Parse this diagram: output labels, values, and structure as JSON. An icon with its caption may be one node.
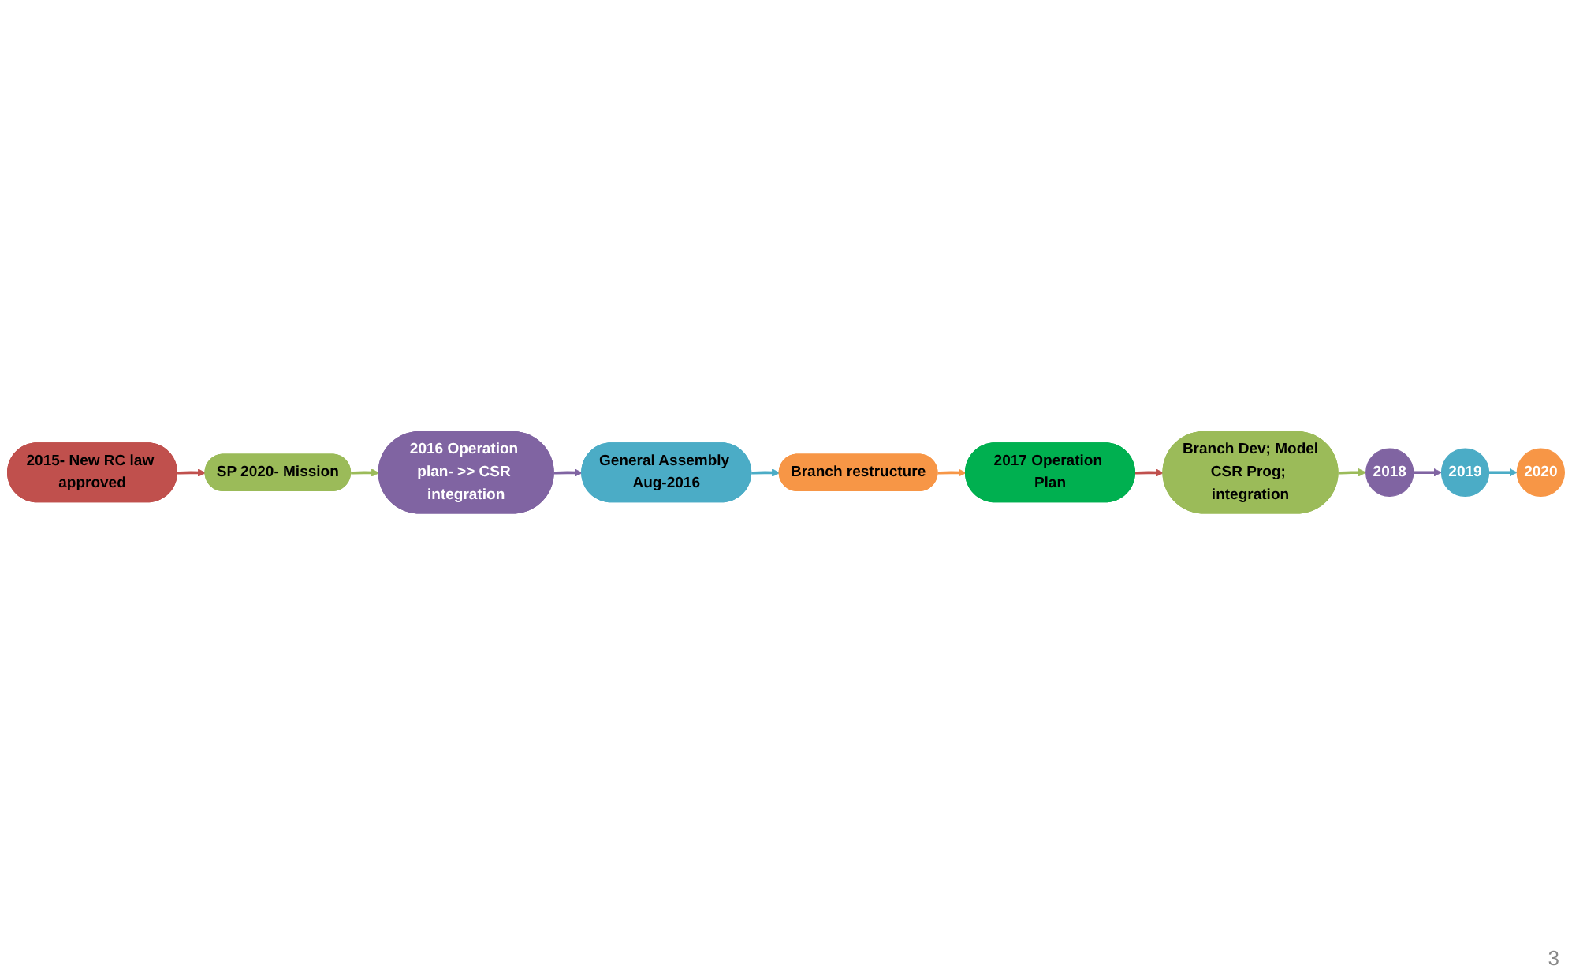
{
  "diagram": {
    "nodes": [
      {
        "text": [
          "2015- New RC law approved"
        ]
      },
      {
        "text": [
          "SP 2020- Mission"
        ]
      },
      {
        "text": [
          "2016 Operation plan- >> CSR integration"
        ]
      },
      {
        "text": [
          "General Assembly Aug-2016"
        ]
      },
      {
        "text": [
          "Branch restructure"
        ]
      },
      {
        "text": [
          "2017 Operation Plan"
        ]
      },
      {
        "text": [
          "Branch Dev; Model",
          "CSR Prog; integration"
        ]
      },
      {
        "text": [
          "2018"
        ]
      },
      {
        "text": [
          "2019"
        ]
      },
      {
        "text": [
          "2020"
        ]
      }
    ],
    "edges": [
      {
        "from": 0,
        "to": 1,
        "arrow": "to",
        "color": "#c0504d"
      },
      {
        "from": 1,
        "to": 2,
        "arrow": "to",
        "color": "#9bbb59"
      },
      {
        "from": 2,
        "to": 3,
        "arrow": "to",
        "color": "#8064a2"
      },
      {
        "from": 3,
        "to": 4,
        "arrow": "to",
        "color": "#4bacc6"
      },
      {
        "from": 4,
        "to": 5,
        "arrow": "to",
        "color": "#f79646"
      },
      {
        "from": 5,
        "to": 6,
        "arrow": "to",
        "color": "#c0504d"
      },
      {
        "from": 6,
        "to": 7,
        "arrow": "to",
        "color": "#9bbb59"
      },
      {
        "from": 7,
        "to": 8,
        "arrow": "to",
        "color": "#8064a2"
      },
      {
        "from": 8,
        "to": 9,
        "arrow": "to",
        "color": "#4bacc6"
      }
    ],
    "labels": [
      "3"
    ]
  }
}
